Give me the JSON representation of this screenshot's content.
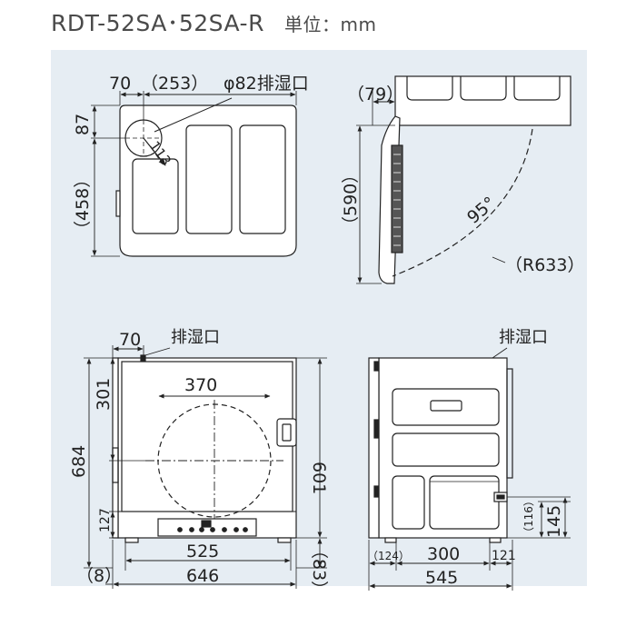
{
  "title": {
    "model": "RDT-52SA･52SA-R",
    "unit": "単位：mm"
  },
  "top_view": {
    "d_70": "70",
    "d_253": "（253）",
    "vent": "φ82排湿口",
    "d_87": "87",
    "d_458": "（458）",
    "d_113": "113"
  },
  "side_open_view": {
    "d_79": "（79）",
    "d_590": "（590）",
    "angle": "95°",
    "radius": "（R633）"
  },
  "front_view": {
    "d_70": "70",
    "vent": "排湿口",
    "d_370": "370",
    "d_301": "301",
    "d_684": "684",
    "d_601": "601",
    "d_127": "127",
    "d_525": "525",
    "d_8": "（8）",
    "d_646": "646",
    "d_83": "（83）"
  },
  "side_view": {
    "vent": "排湿口",
    "d_116": "（116）",
    "d_145": "145",
    "d_124": "（124）",
    "d_300": "300",
    "d_121": "121",
    "d_545": "545"
  },
  "colors": {
    "panel": "#e6edf3",
    "line": "#222222"
  }
}
